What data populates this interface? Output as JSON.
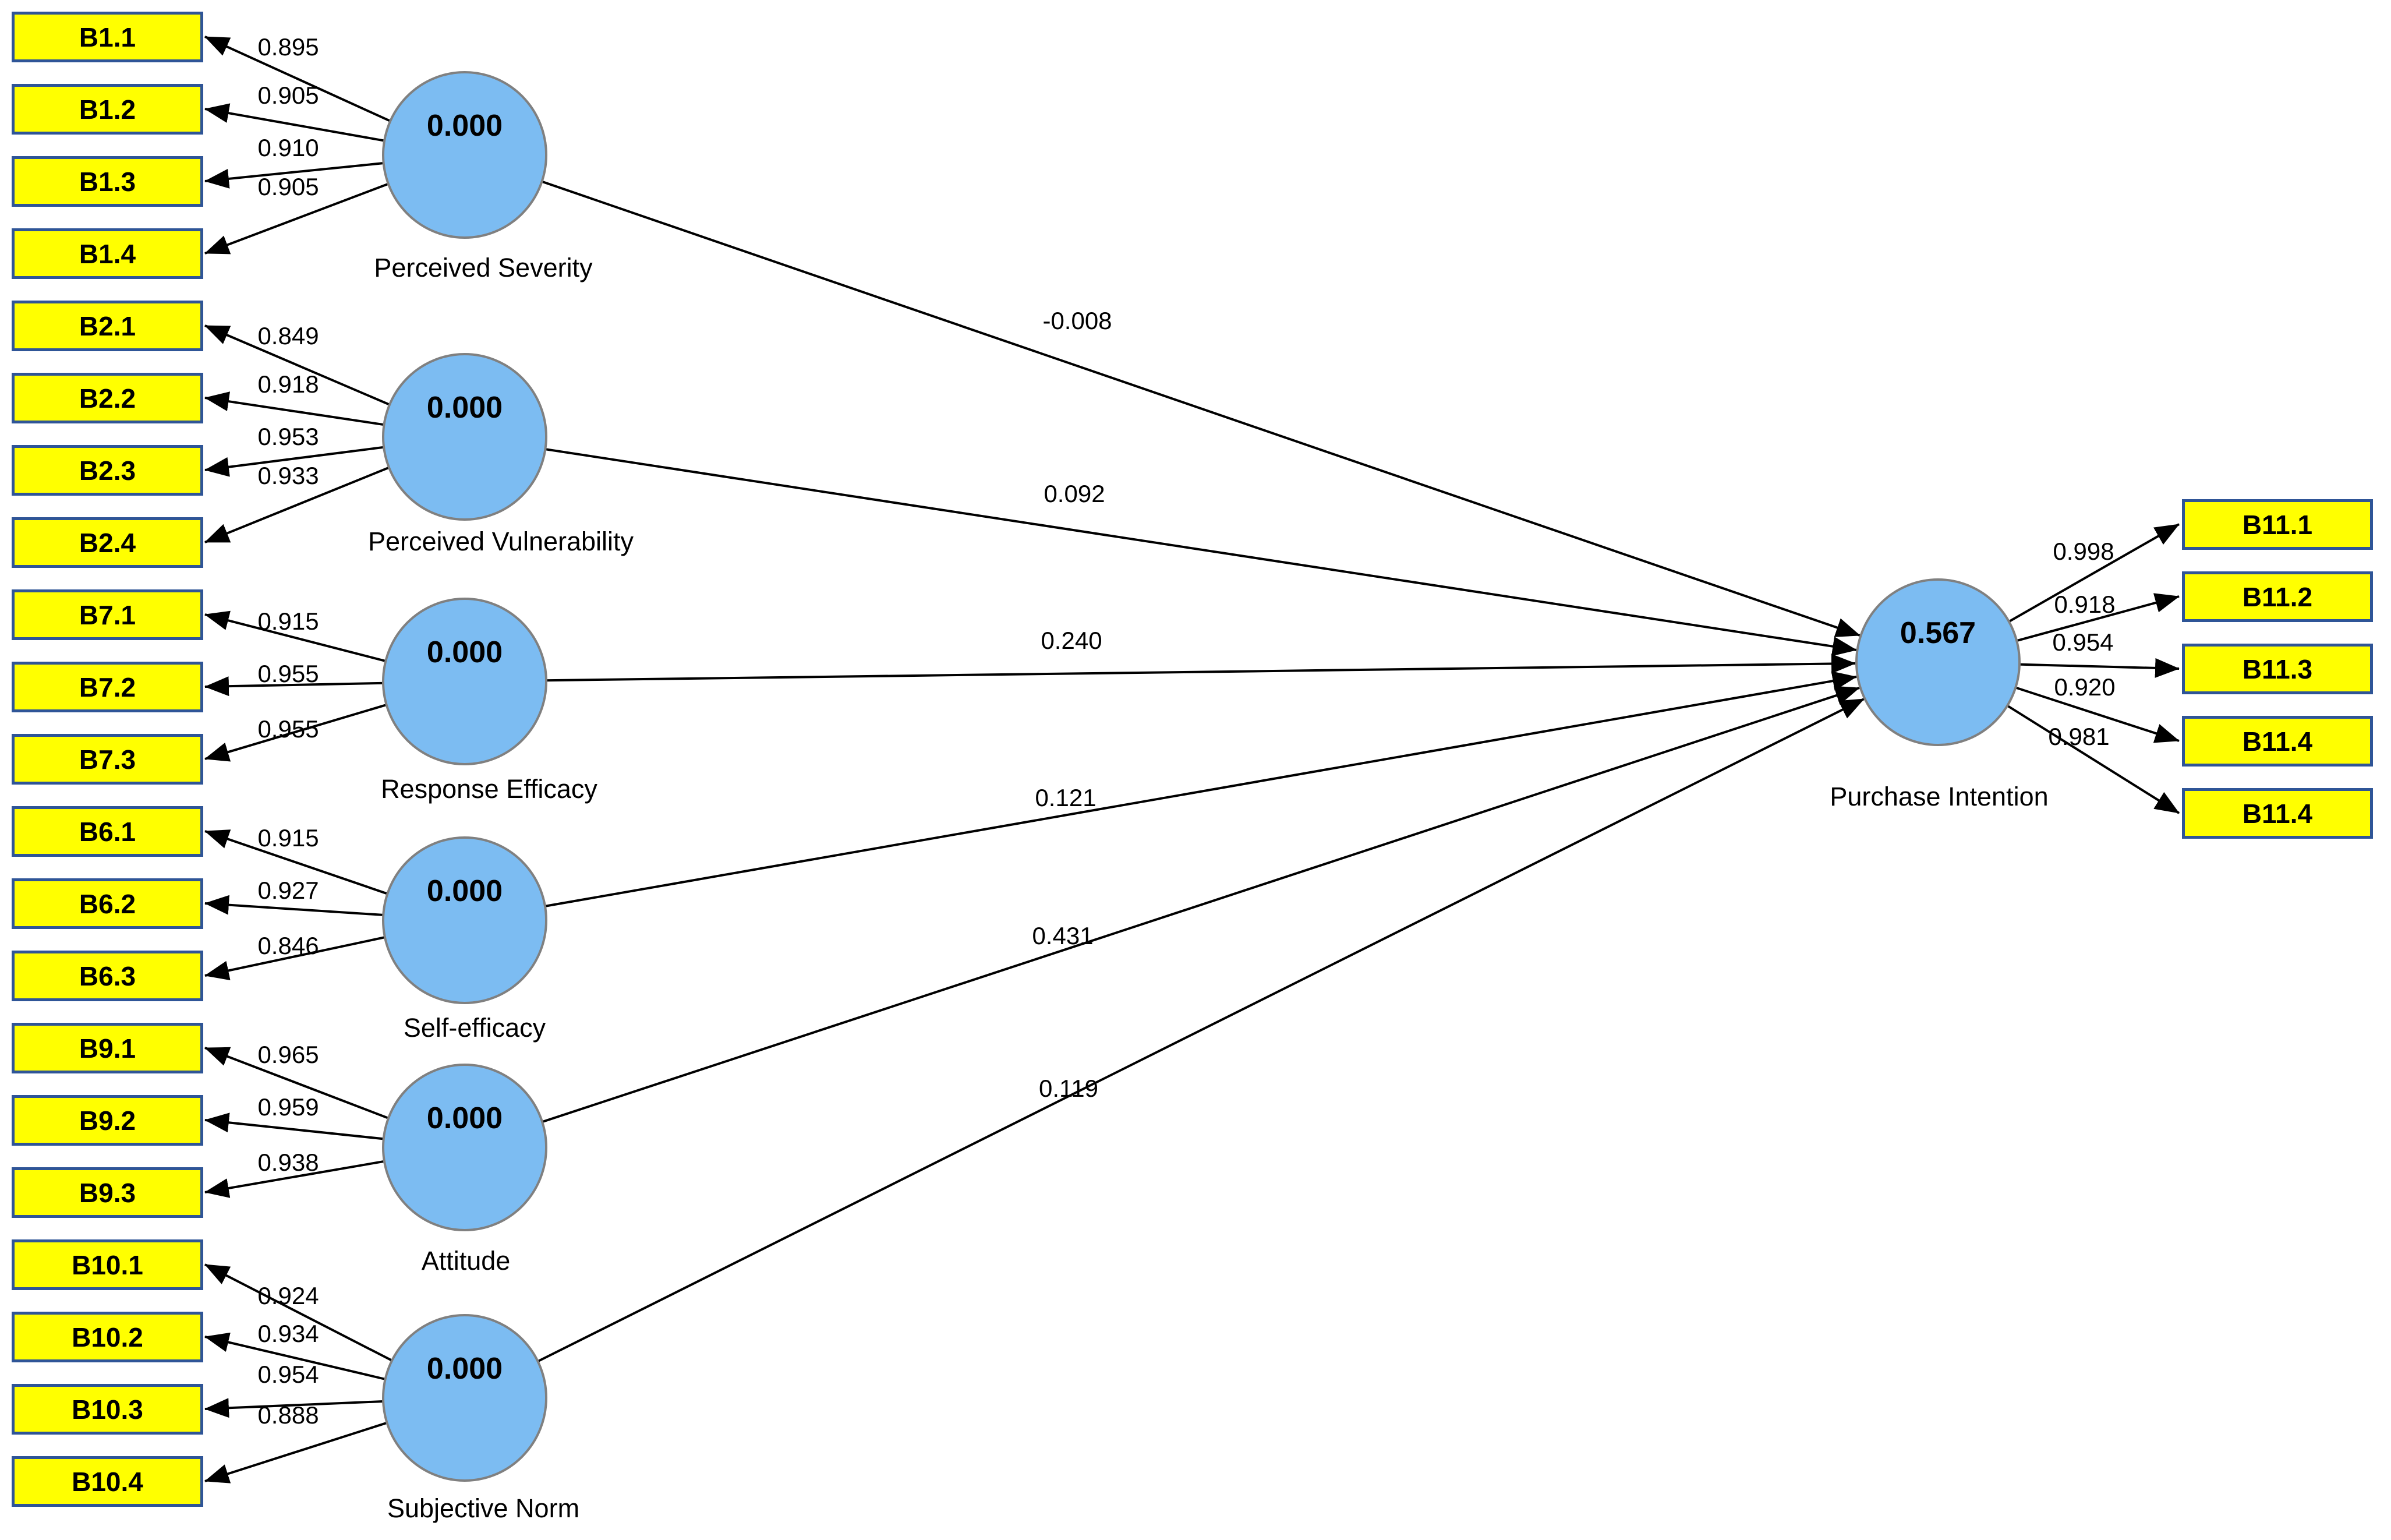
{
  "diagram": {
    "type": "structural-equation-model",
    "constructs": [
      {
        "name": "Perceived Severity",
        "value": "0.000",
        "path_coefficient_to_outcome": "-0.008",
        "indicators": [
          {
            "label": "B1.1",
            "loading": "0.895"
          },
          {
            "label": "B1.2",
            "loading": "0.905"
          },
          {
            "label": "B1.3",
            "loading": "0.910"
          },
          {
            "label": "B1.4",
            "loading": "0.905"
          }
        ]
      },
      {
        "name": "Perceived Vulnerability",
        "value": "0.000",
        "path_coefficient_to_outcome": "0.092",
        "indicators": [
          {
            "label": "B2.1",
            "loading": "0.849"
          },
          {
            "label": "B2.2",
            "loading": "0.918"
          },
          {
            "label": "B2.3",
            "loading": "0.953"
          },
          {
            "label": "B2.4",
            "loading": "0.933"
          }
        ]
      },
      {
        "name": "Response Efficacy",
        "value": "0.000",
        "path_coefficient_to_outcome": "0.240",
        "indicators": [
          {
            "label": "B7.1",
            "loading": "0.915"
          },
          {
            "label": "B7.2",
            "loading": "0.955"
          },
          {
            "label": "B7.3",
            "loading": "0.955"
          }
        ]
      },
      {
        "name": "Self-efficacy",
        "value": "0.000",
        "path_coefficient_to_outcome": "0.121",
        "indicators": [
          {
            "label": "B6.1",
            "loading": "0.915"
          },
          {
            "label": "B6.2",
            "loading": "0.927"
          },
          {
            "label": "B6.3",
            "loading": "0.846"
          }
        ]
      },
      {
        "name": "Attitude",
        "value": "0.000",
        "path_coefficient_to_outcome": "0.431",
        "indicators": [
          {
            "label": "B9.1",
            "loading": "0.965"
          },
          {
            "label": "B9.2",
            "loading": "0.959"
          },
          {
            "label": "B9.3",
            "loading": "0.938"
          }
        ]
      },
      {
        "name": "Subjective Norm",
        "value": "0.000",
        "path_coefficient_to_outcome": "0.119",
        "indicators": [
          {
            "label": "B10.1",
            "loading": "0.924"
          },
          {
            "label": "B10.2",
            "loading": "0.934"
          },
          {
            "label": "B10.3",
            "loading": "0.954"
          },
          {
            "label": "B10.4",
            "loading": "0.888"
          }
        ]
      }
    ],
    "outcome": {
      "name": "Purchase Intention",
      "value": "0.567",
      "indicators": [
        {
          "label": "B11.1",
          "loading": "0.998"
        },
        {
          "label": "B11.2",
          "loading": "0.918"
        },
        {
          "label": "B11.3",
          "loading": "0.954"
        },
        {
          "label": "B11.4",
          "loading": "0.920"
        },
        {
          "label": "B11.4",
          "loading": "0.981"
        }
      ]
    },
    "colors": {
      "indicator_fill": "#FFFF00",
      "indicator_border": "#2F5597",
      "construct_fill": "#7CBCF2",
      "construct_border": "#808080",
      "arrow": "#000000",
      "background": "#FFFFFF"
    }
  }
}
